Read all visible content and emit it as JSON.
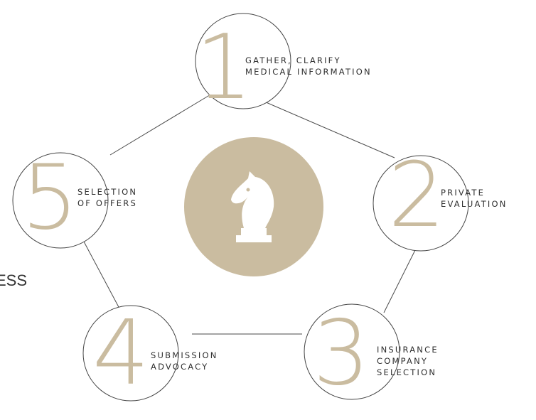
{
  "colors": {
    "accent": "#cabca0",
    "line": "#4a4a4a",
    "circle_border": "#444444",
    "text": "#2f2f2f"
  },
  "center": {
    "icon": "chess-knight-icon"
  },
  "edge_text": "ESS",
  "steps": [
    {
      "number": "1",
      "lines": [
        "GATHER, CLARIFY",
        "MEDICAL INFORMATION"
      ]
    },
    {
      "number": "2",
      "lines": [
        "PRIVATE",
        "EVALUATION"
      ]
    },
    {
      "number": "3",
      "lines": [
        "INSURANCE",
        "COMPANY",
        "SELECTION"
      ]
    },
    {
      "number": "4",
      "lines": [
        "SUBMISSION",
        "ADVOCACY"
      ]
    },
    {
      "number": "5",
      "lines": [
        "SELECTION",
        "OF OFFERS"
      ]
    }
  ]
}
